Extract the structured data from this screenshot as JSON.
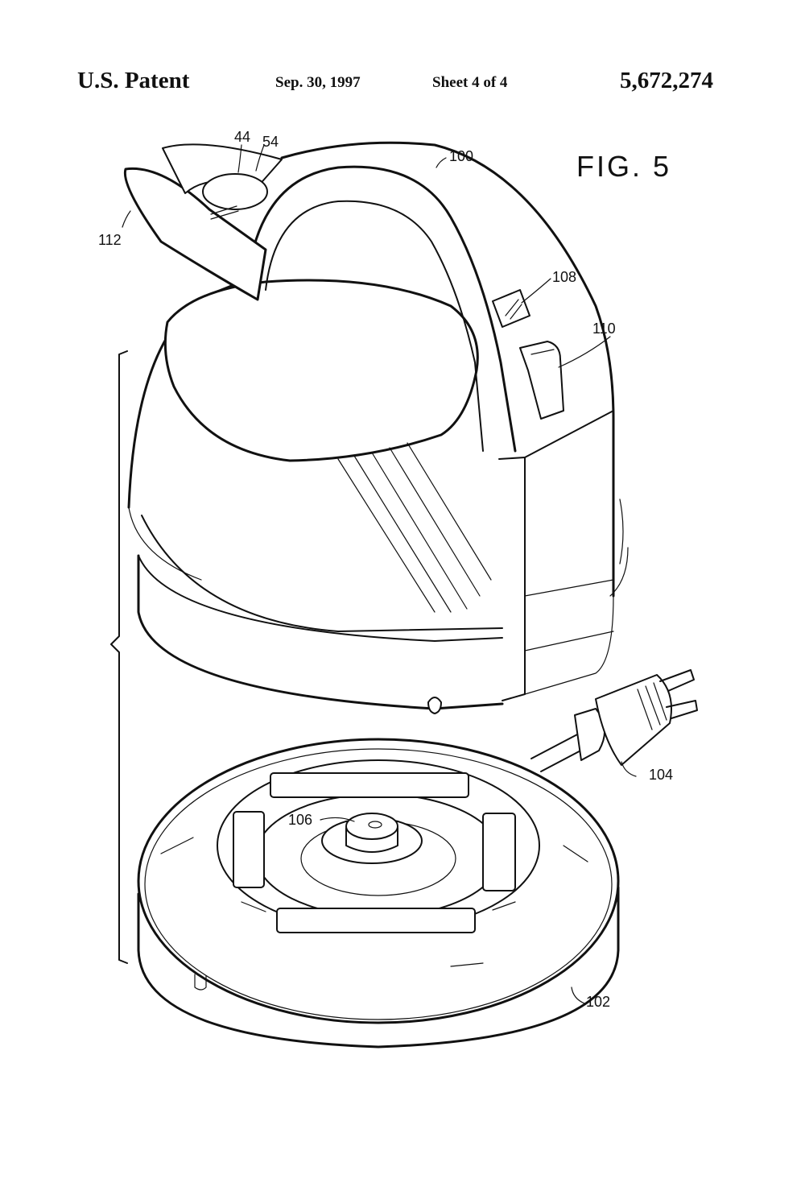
{
  "header": {
    "left": "U.S. Patent",
    "date": "Sep. 30, 1997",
    "sheet": "Sheet 4 of 4",
    "patent_number": "5,672,274"
  },
  "figure": {
    "label": "FIG. 5",
    "reference_numerals": {
      "r44": "44",
      "r54": "54",
      "r100": "100",
      "r112": "112",
      "r108": "108",
      "r110": "110",
      "r104": "104",
      "r106": "106",
      "r102": "102"
    }
  },
  "colors": {
    "ink": "#111111",
    "paper": "#ffffff"
  }
}
